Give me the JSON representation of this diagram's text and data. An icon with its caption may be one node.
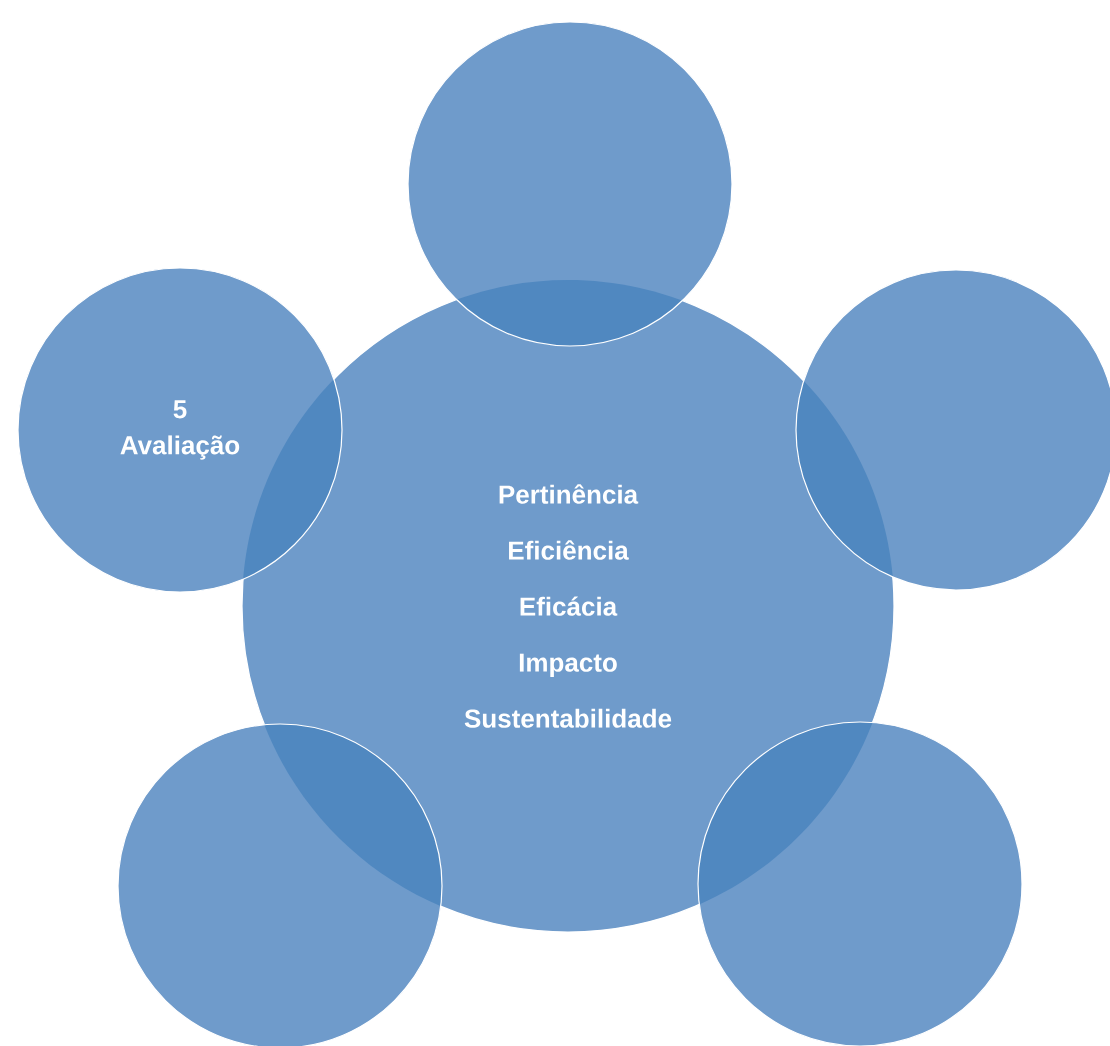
{
  "diagram": {
    "nodes": [
      {
        "text": [],
        "shape": "circle"
      },
      {
        "text": [
          "5",
          "Avaliação"
        ]
      },
      {
        "text": [
          "Pertinência",
          "Eficiência",
          "Eficácia",
          "Impacto",
          "Sustentabilidade"
        ]
      },
      {
        "text": [],
        "shape": "circle"
      },
      {
        "text": [],
        "shape": "circle"
      },
      {
        "text": [],
        "shape": "circle"
      }
    ]
  }
}
